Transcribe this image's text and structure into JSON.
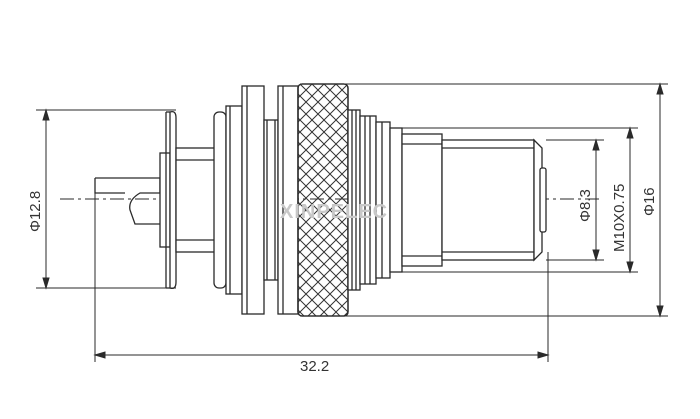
{
  "drawing": {
    "dimensions": {
      "d_flange": "Φ12.8",
      "length": "32.2",
      "d_tip": "Φ8.3",
      "thread": "M10X0.75",
      "d_body": "Φ16"
    },
    "watermark": "XINPELEC"
  }
}
